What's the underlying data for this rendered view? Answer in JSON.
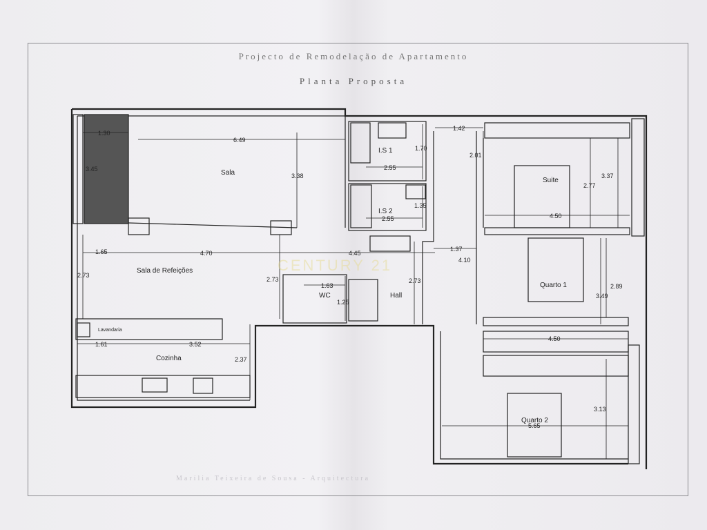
{
  "header": {
    "title": "Projecto de Remodelação de Apartamento",
    "subtitle": "Planta Proposta"
  },
  "footer": {
    "text": "Marília Teixeira de Sousa - Arquitectura"
  },
  "rooms": {
    "sala": "Sala",
    "sala_refeicoes": "Sala de Refeições",
    "cozinha": "Cozinha",
    "lavandaria": "Lavandaria",
    "is1": "I.S 1",
    "is2": "I.S 2",
    "wc": "WC",
    "hall": "Hall",
    "suite": "Suite",
    "quarto1": "Quarto 1",
    "quarto2": "Quarto 2"
  },
  "dimensions": {
    "varanda_w": "1.30",
    "varanda_h": "3.45",
    "sala_w": "6.49",
    "sala_h": "3.38",
    "is1_w": "2.55",
    "is1_h": "1.70",
    "hall_top": "1.42",
    "hall_h": "2.01",
    "is2_w": "2.55",
    "is2_h": "1.35",
    "suite_w": "4.50",
    "suite_h1": "2.77",
    "suite_h2": "3.37",
    "ref_w1": "1.65",
    "ref_w2": "4.70",
    "ref_w3": "4.45",
    "ref_h": "2.73",
    "ref_h2": "2.73",
    "wc_w": "1.63",
    "wc_h": "1.25",
    "hall_h2": "2.73",
    "corr_w": "1.37",
    "corr_h": "4.10",
    "q1_h1": "2.89",
    "q1_h2": "3.49",
    "q1_w": "4.50",
    "lav_w": "1.61",
    "coz_w": "3.52",
    "coz_h": "2.37",
    "q2_w": "5.65",
    "q2_h": "3.13"
  },
  "watermark": "CENTURY 21"
}
